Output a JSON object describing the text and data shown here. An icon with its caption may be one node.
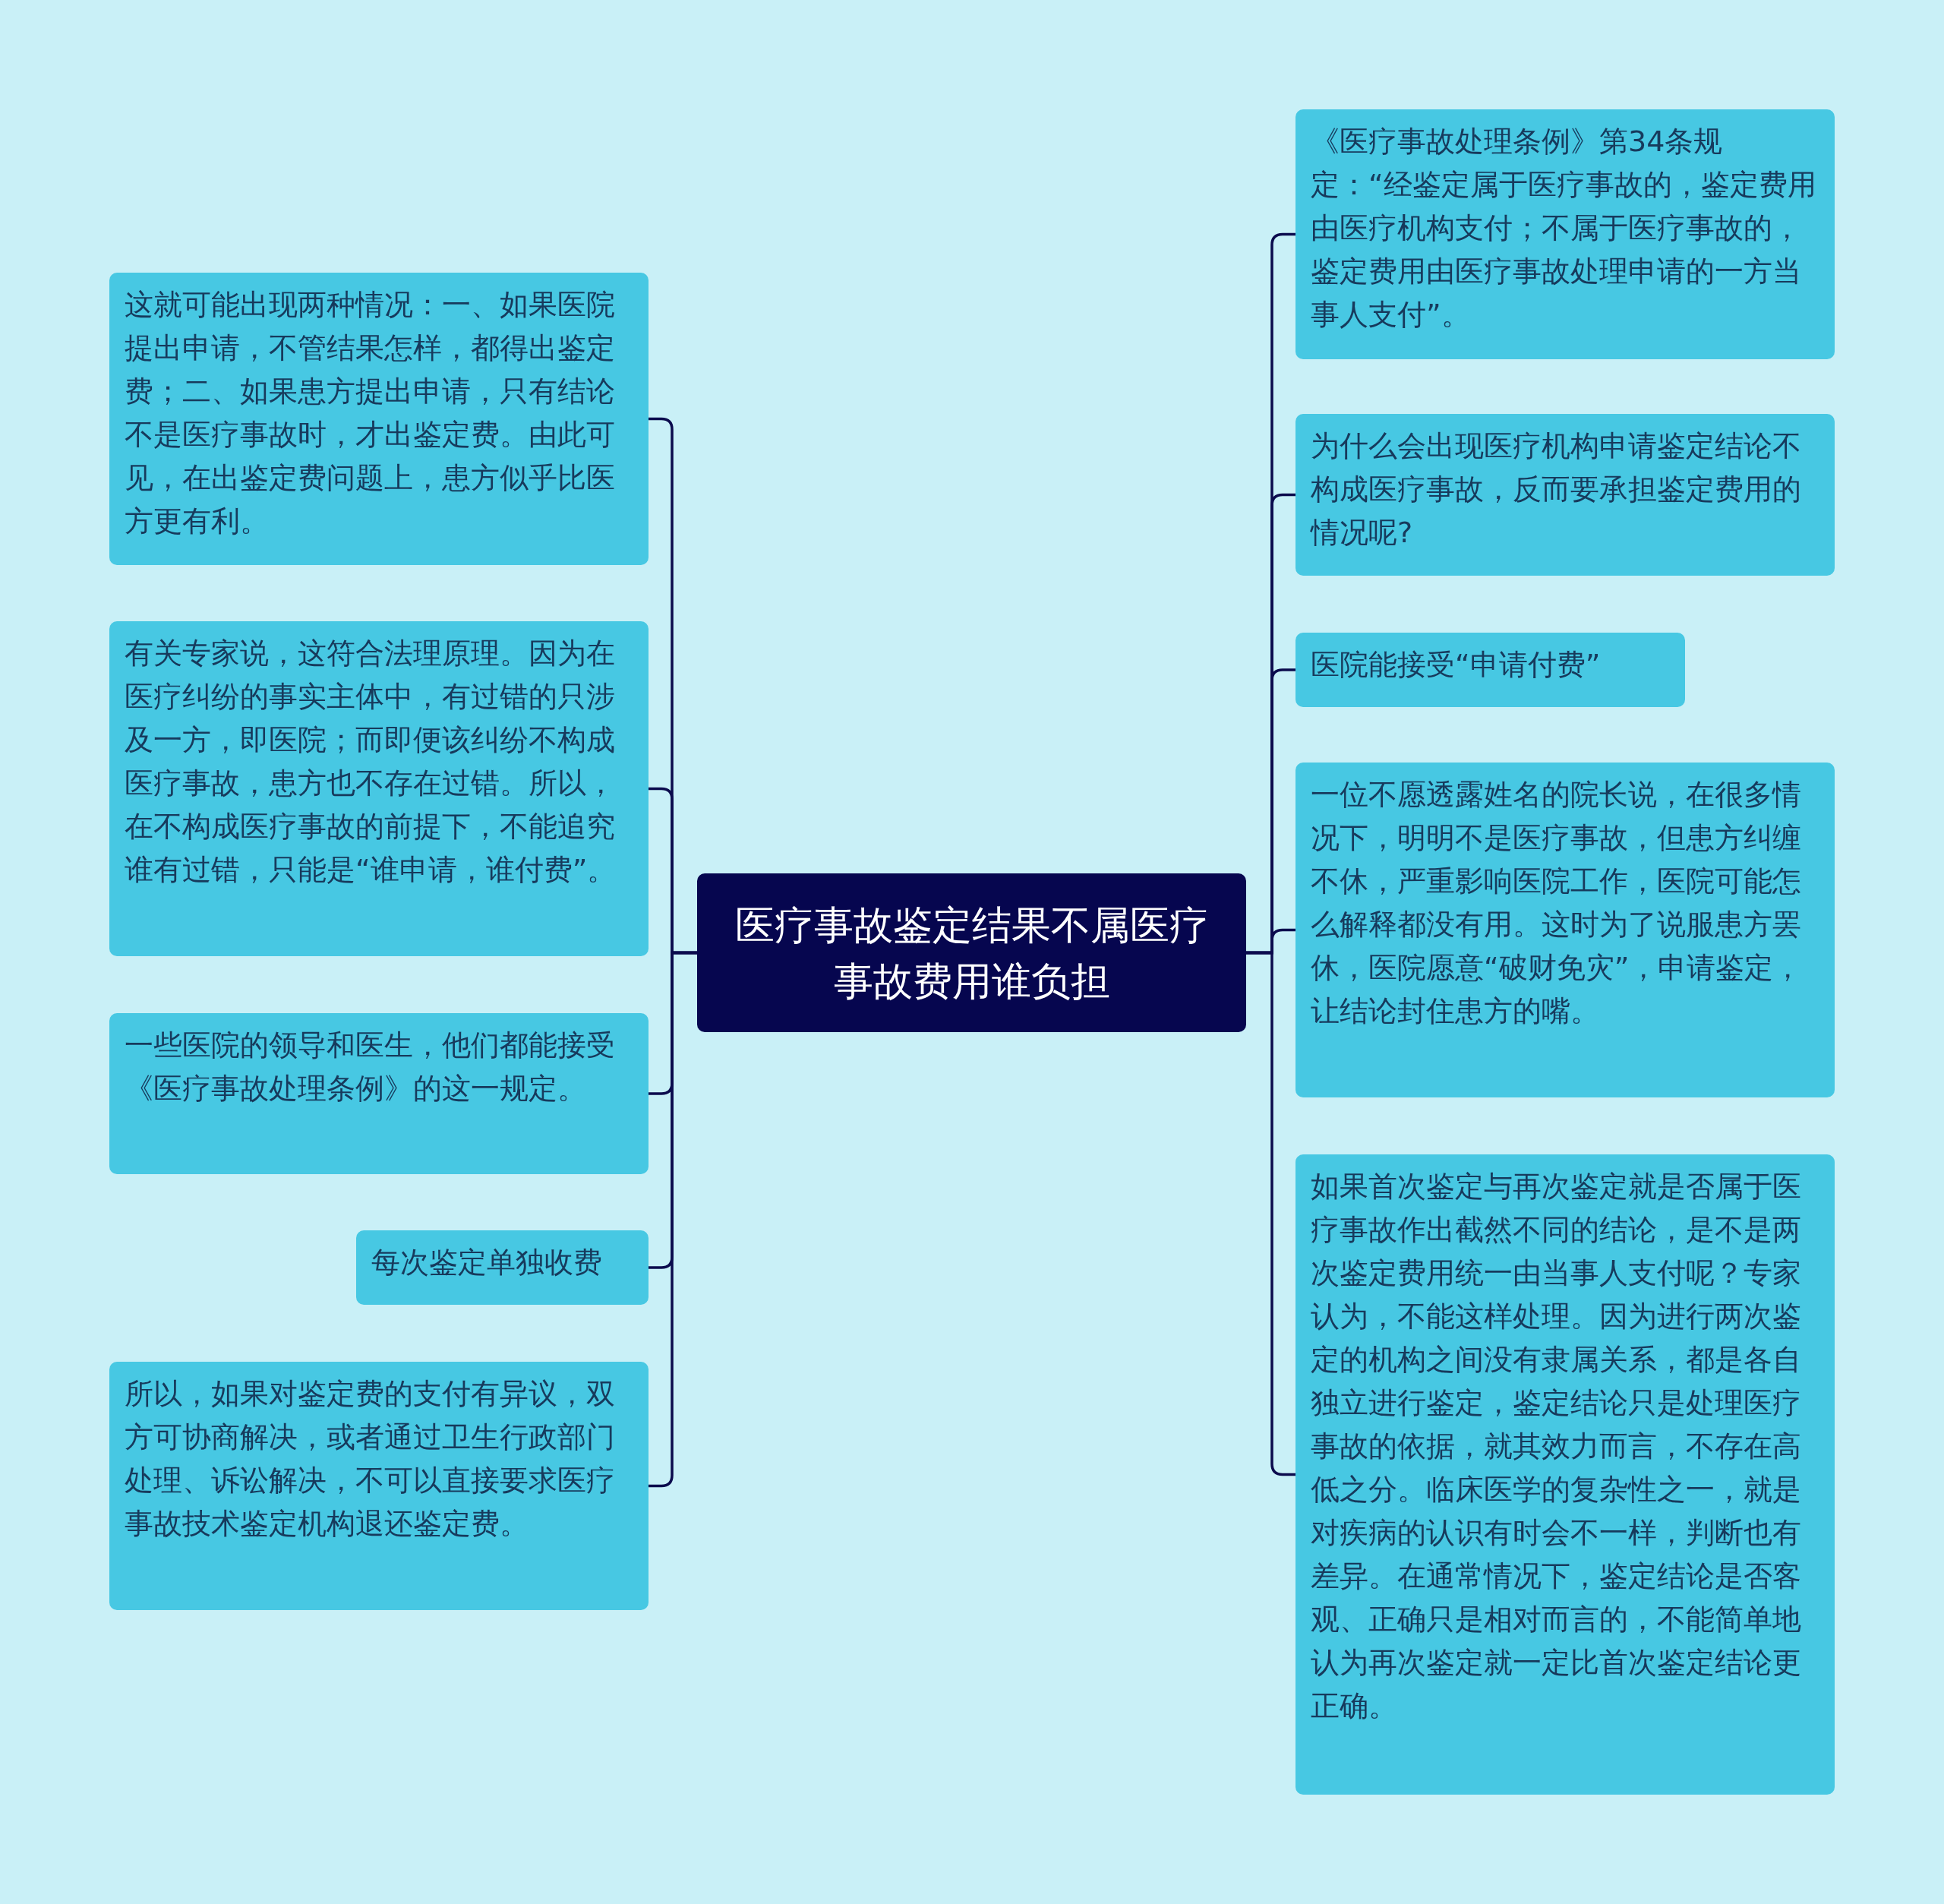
{
  "diagram": {
    "nodes": [
      {
        "text": [
          "医疗事故鉴定结果不属医疗事故费用谁负担"
        ]
      },
      {
        "text": [
          "这就可能出现两种情况：一、如果医院提出申请，不管结果怎样，都得出鉴定费；二、如果患方提出申请，只有结论不是医疗事故时，才出鉴定费。由此可见，在出鉴定费问题上，患方似乎比医方更有利。"
        ]
      },
      {
        "text": [
          "有关专家说，这符合法理原理。因为在医疗纠纷的事实主体中，有过错的只涉及一方，即医院；而即便该纠纷不构成医疗事故，患方也不存在过错。所以，在不构成医疗事故的前提下，不能追究谁有过错，只能是“谁申请，谁付费”。"
        ]
      },
      {
        "text": [
          "一些医院的领导和医生，他们都能接受《医疗事故处理条例》的这一规定。"
        ]
      },
      {
        "text": [
          "每次鉴定单独收费"
        ]
      },
      {
        "text": [
          "所以，如果对鉴定费的支付有异议，双方可协商解决，或者通过卫生行政部门处理、诉讼解决，不可以直接要求医疗事故技术鉴定机构退还鉴定费。"
        ]
      },
      {
        "text": [
          "《医疗事故处理条例》第34条规定：“经鉴定属于医疗事故的，鉴定费用由医疗机构支付；不属于医疗事故的，鉴定费用由医疗事故处理申请的一方当事人支付”。"
        ]
      },
      {
        "text": [
          "为什么会出现医疗机构申请鉴定结论不构成医疗事故，反而要承担鉴定费用的情况呢?"
        ]
      },
      {
        "text": [
          "医院能接受“申请付费”"
        ]
      },
      {
        "text": [
          "一位不愿透露姓名的院长说，在很多情况下，明明不是医疗事故，但患方纠缠不休，严重影响医院工作，医院可能怎么解释都没有用。这时为了说服患方罢休，医院愿意“破财免灾”，申请鉴定，让结论封住患方的嘴。"
        ]
      },
      {
        "text": [
          "如果首次鉴定与再次鉴定就是否属于医疗事故作出截然不同的结论，是不是两次鉴定费用统一由当事人支付呢？专家认为，不能这样处理。因为进行两次鉴定的机构之间没有隶属关系，都是各自独立进行鉴定，鉴定结论只是处理医疗事故的依据，就其效力而言，不存在高低之分。临床医学的复杂性之一，就是对疾病的认识有时会不一样，判断也有差异。在通常情况下，鉴定结论是否客观、正确只是相对而言的，不能简单地认为再次鉴定就一定比首次鉴定结论更正确。"
        ]
      }
    ],
    "edges": [
      {
        "from": 0,
        "to": 1,
        "arrow": "none"
      },
      {
        "from": 0,
        "to": 2,
        "arrow": "none"
      },
      {
        "from": 0,
        "to": 3,
        "arrow": "none"
      },
      {
        "from": 0,
        "to": 4,
        "arrow": "none"
      },
      {
        "from": 0,
        "to": 5,
        "arrow": "none"
      },
      {
        "from": 0,
        "to": 6,
        "arrow": "none"
      },
      {
        "from": 0,
        "to": 7,
        "arrow": "none"
      },
      {
        "from": 0,
        "to": 8,
        "arrow": "none"
      },
      {
        "from": 0,
        "to": 9,
        "arrow": "none"
      },
      {
        "from": 0,
        "to": 10,
        "arrow": "none"
      }
    ]
  }
}
